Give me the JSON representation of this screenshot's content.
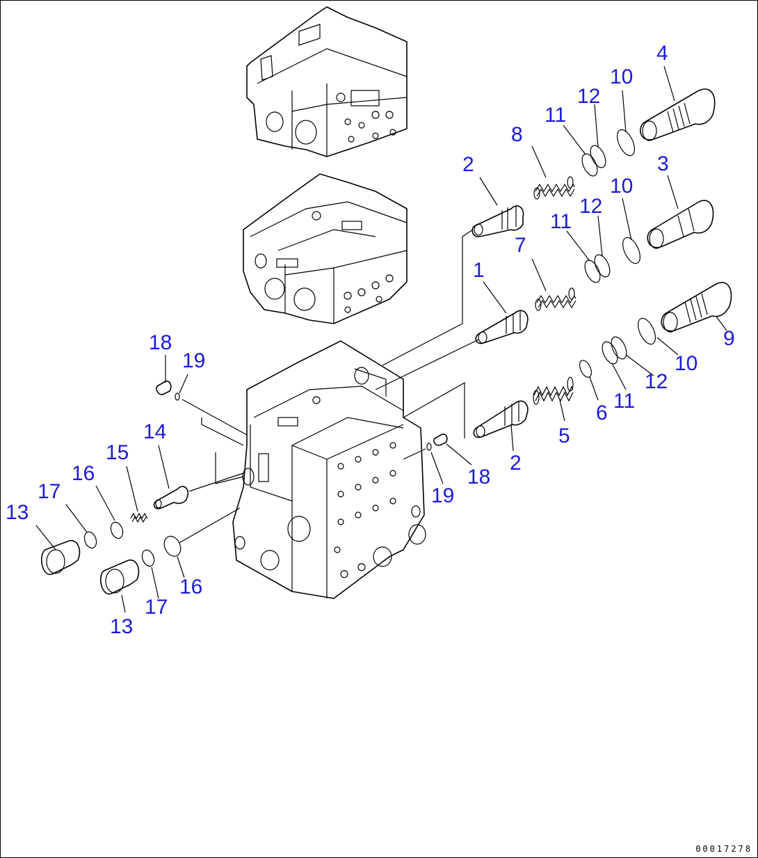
{
  "callouts": {
    "c1": "1",
    "c2_top": "2",
    "c2_bottom": "2",
    "c3": "3",
    "c4": "4",
    "c5": "5",
    "c6": "6",
    "c7": "7",
    "c8": "8",
    "c9": "9",
    "c10_top": "10",
    "c10_mid": "10",
    "c10_low": "10",
    "c11_top": "11",
    "c11_mid": "11",
    "c11_low": "11",
    "c12_top": "12",
    "c12_mid": "12",
    "c12_low": "12",
    "c13_left": "13",
    "c13_bottom": "13",
    "c14": "14",
    "c15": "15",
    "c16_left": "16",
    "c16_bottom": "16",
    "c17_left": "17",
    "c17_bottom": "17",
    "c18_left": "18",
    "c18_right": "18",
    "c19_left": "19",
    "c19_right": "19"
  },
  "drawing_id": "00017278",
  "colors": {
    "callout": "#1a1ad8",
    "line": "#000000",
    "background": "#ffffff"
  }
}
